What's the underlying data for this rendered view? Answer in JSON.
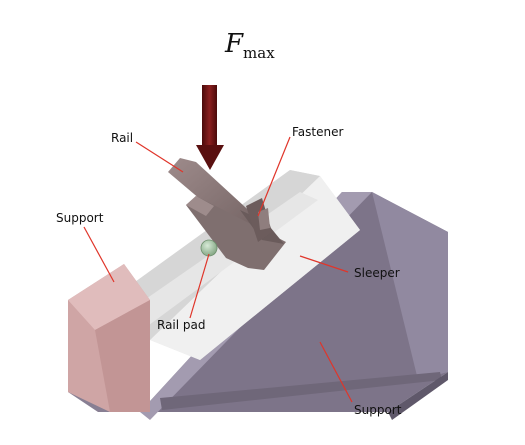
{
  "diagram": {
    "force_label": {
      "symbol": "F",
      "subscript": "max"
    },
    "labels": {
      "rail": "Rail",
      "fastener": "Fastener",
      "support_left": "Support",
      "sleeper": "Sleeper",
      "rail_pad": "Rail pad",
      "support_bottom": "Support"
    },
    "colors": {
      "arrow": "#7a1a1a",
      "leader_line": "#e0352a",
      "support_front": "#d4a9a9",
      "support_side": "#8c8397",
      "sleeper_top": "#e8e8e8",
      "rail": "#8d7a7a",
      "rail_pad": "#9fbf9f"
    }
  }
}
